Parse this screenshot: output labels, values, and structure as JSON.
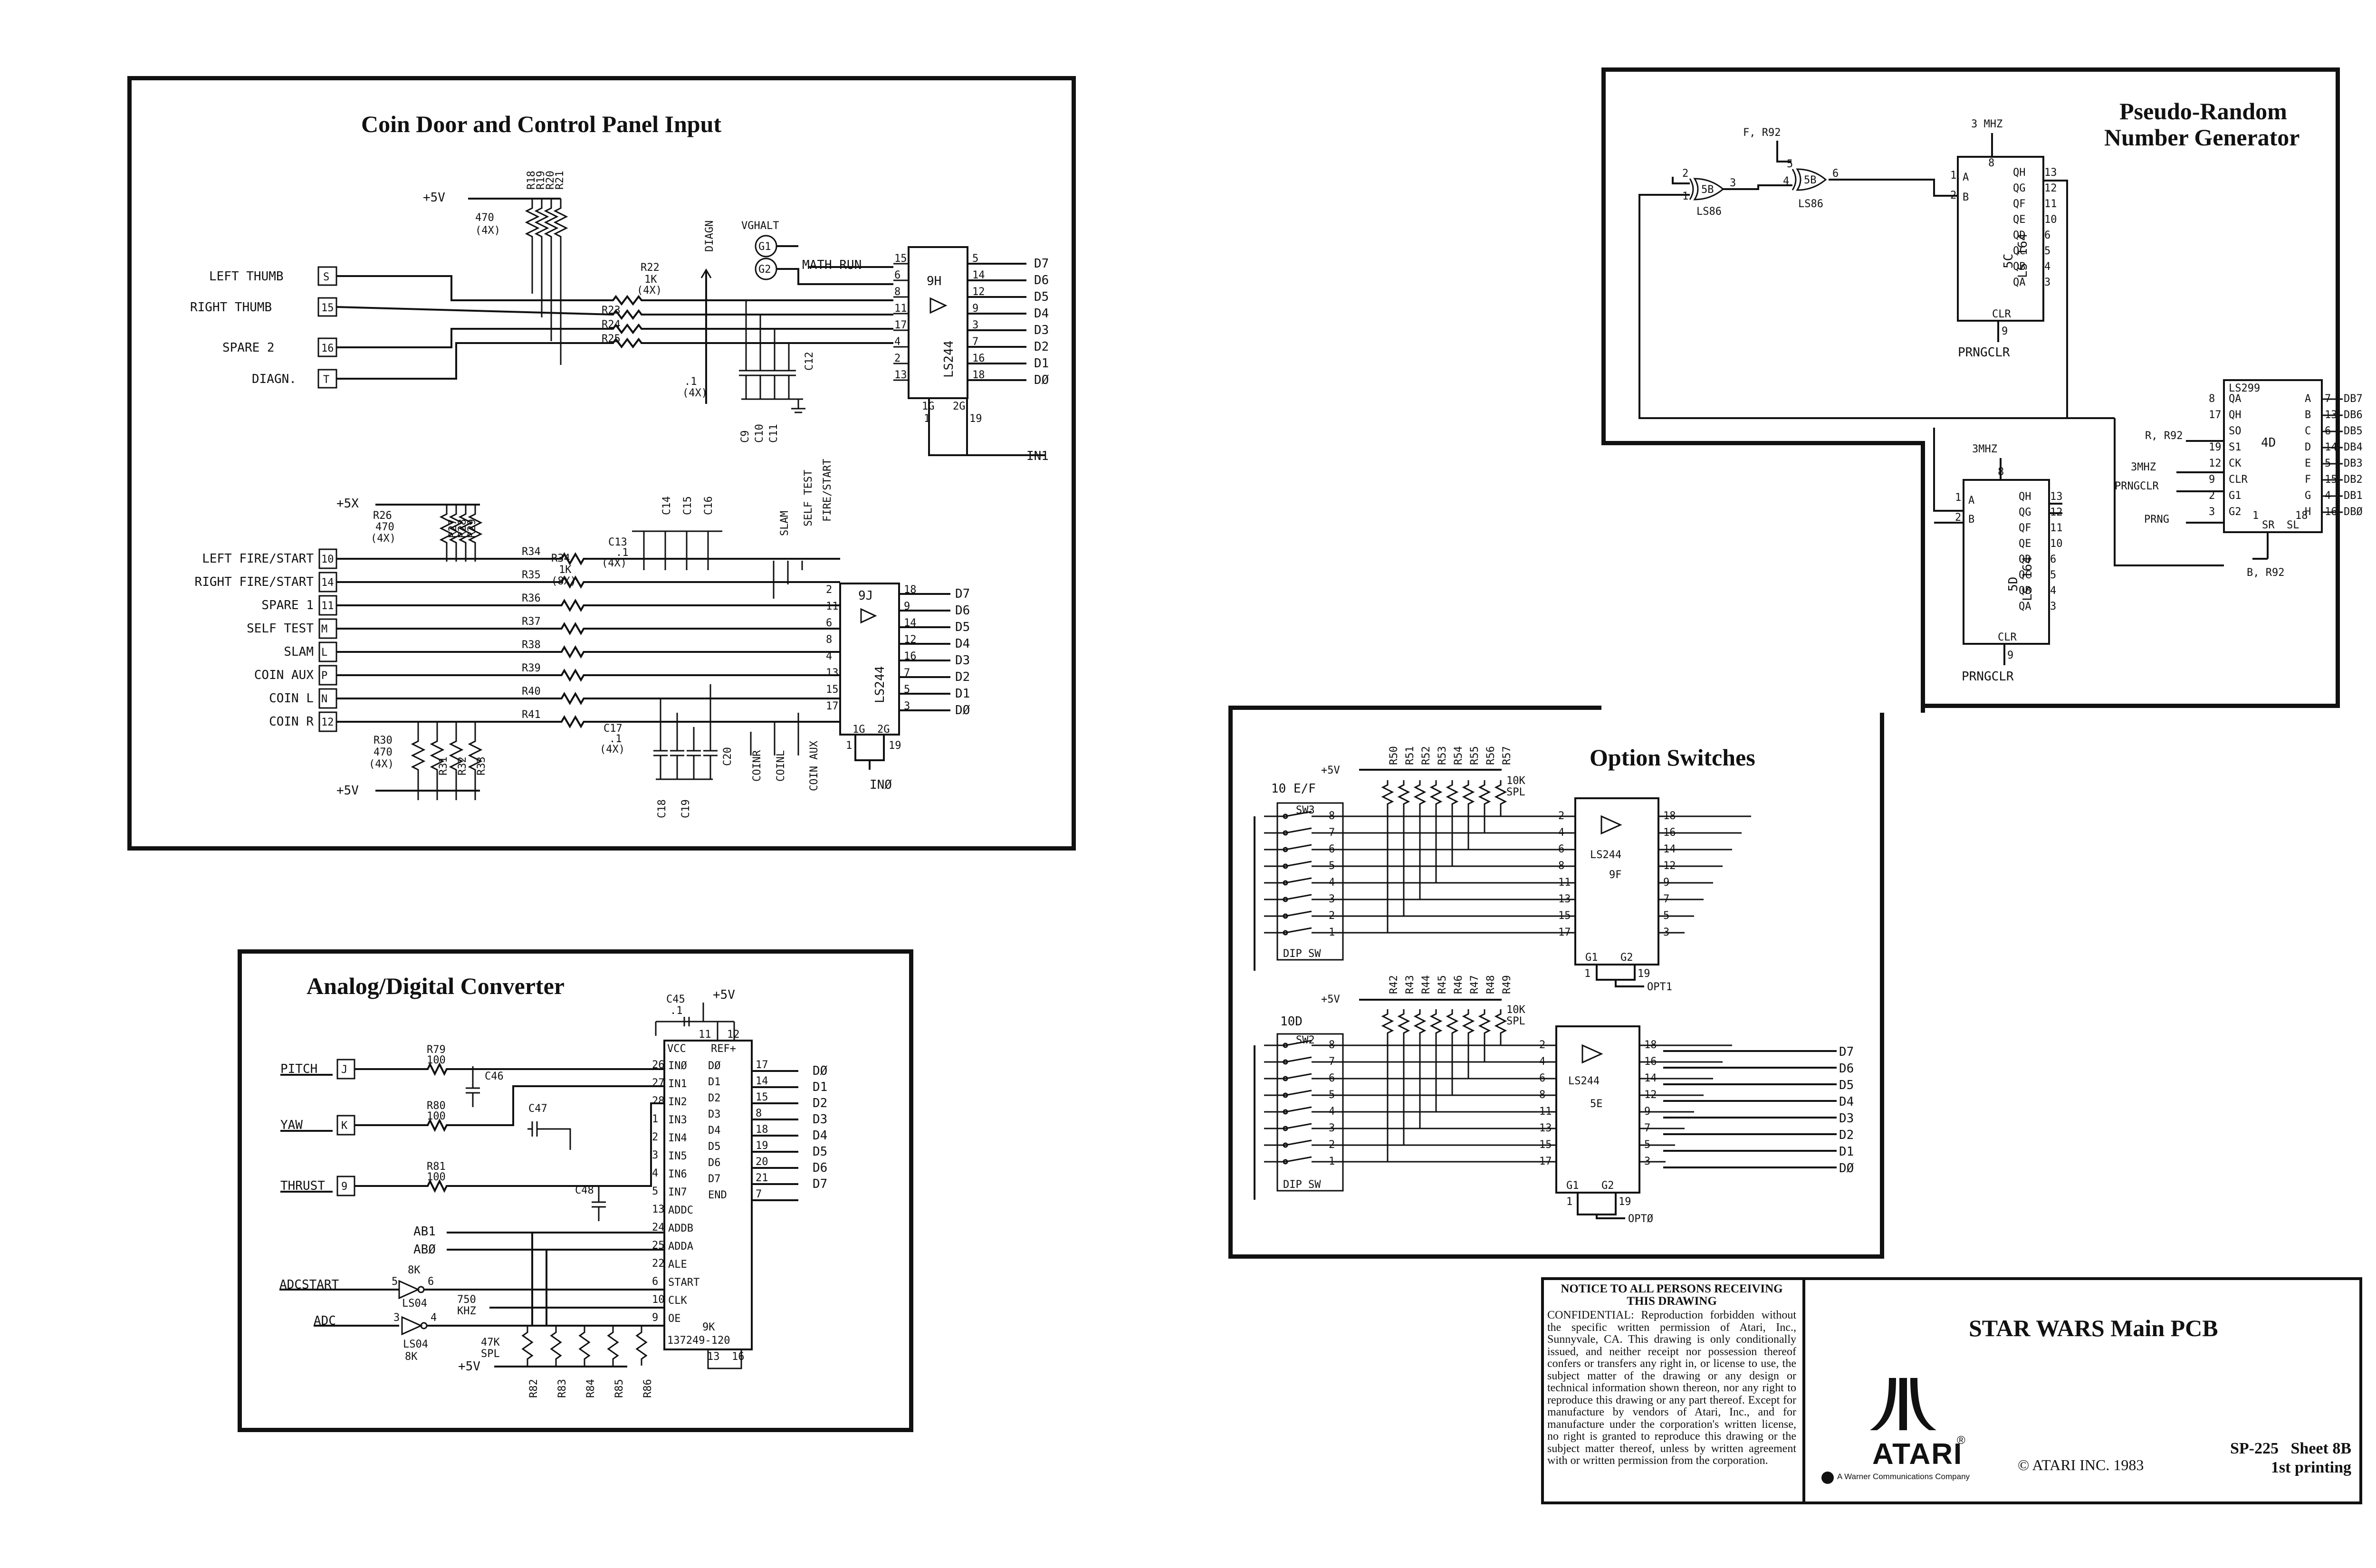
{
  "panels": {
    "coin_door": {
      "title": "Coin Door and Control Panel Input",
      "top_inputs": [
        {
          "label": "LEFT THUMB",
          "pin": "S"
        },
        {
          "label": "RIGHT THUMB",
          "pin": "15"
        },
        {
          "label": "SPARE 2",
          "pin": "16"
        },
        {
          "label": "DIAGN.",
          "pin": "T"
        }
      ],
      "top_resistor_pack": {
        "refs": [
          "R18",
          "R19",
          "R20",
          "R21"
        ],
        "value": "470",
        "qty": "(4X)",
        "supply": "+5V"
      },
      "top_series": {
        "refs": [
          "R22",
          "R23",
          "R24",
          "R25"
        ],
        "value": "1K",
        "qty": "(4X)"
      },
      "top_caps": {
        "refs": [
          "C9",
          "C10",
          "C11",
          "C12"
        ],
        "value": ".1",
        "qty": "(4X)"
      },
      "diagn_label": "DIAGN",
      "vg_halt": "VGHALT",
      "g1": "G1",
      "g2": "G2",
      "math_run": "MATH RUN",
      "chip_top": {
        "name": "9H",
        "part": "LS244",
        "in_pins": [
          "15",
          "6",
          "8",
          "11",
          "17",
          "4",
          "2",
          "13"
        ],
        "out_pins": [
          "5",
          "14",
          "12",
          "9",
          "3",
          "7",
          "16",
          "18"
        ],
        "out_labels": [
          "D7",
          "D6",
          "D5",
          "D4",
          "D3",
          "D2",
          "D1",
          "DØ"
        ],
        "bottom_pins": [
          "1",
          "19"
        ],
        "bottom_labels": [
          "1G",
          "2G"
        ]
      },
      "in1": "IN1",
      "bottom_inputs": [
        {
          "label": "LEFT  FIRE/START",
          "pin": "10"
        },
        {
          "label": "RIGHT  FIRE/START",
          "pin": "14"
        },
        {
          "label": "SPARE 1",
          "pin": "11"
        },
        {
          "label": "SELF TEST",
          "pin": "M"
        },
        {
          "label": "SLAM",
          "pin": "L"
        },
        {
          "label": "COIN AUX",
          "pin": "P"
        },
        {
          "label": "COIN L",
          "pin": "N"
        },
        {
          "label": "COIN R",
          "pin": "12"
        }
      ],
      "bottom_pack_top": {
        "refs": [
          "R26",
          "R27",
          "R28",
          "R29"
        ],
        "value": "470",
        "qty": "(4X)",
        "supply": "+5X"
      },
      "bottom_pack_bottom": {
        "refs": [
          "R30",
          "R31",
          "R32",
          "R33"
        ],
        "value": "470",
        "qty": "(4X)",
        "supply": "+5V"
      },
      "bottom_series": {
        "refs": [
          "R34",
          "R35",
          "R36",
          "R37",
          "R38",
          "R39",
          "R40",
          "R41"
        ],
        "value": "1K",
        "qty": "(8X)"
      },
      "bottom_caps_top": {
        "refs": [
          "C13",
          "C14",
          "C15",
          "C16"
        ],
        "value": ".1",
        "qty": "(4X)"
      },
      "bottom_caps_bottom": {
        "refs": [
          "C17",
          "C18",
          "C19",
          "C20"
        ],
        "value": ".1",
        "qty": "(4X)"
      },
      "vert_top": [
        "SLAM",
        "SELF TEST",
        "FIRE/START"
      ],
      "vert_bottom": [
        "COINR",
        "COINL",
        "COIN AUX"
      ],
      "chip_bottom": {
        "name": "9J",
        "part": "LS244",
        "in_pins": [
          "2",
          "11",
          "6",
          "8",
          "4",
          "13",
          "15",
          "17"
        ],
        "out_pins": [
          "18",
          "9",
          "14",
          "12",
          "16",
          "7",
          "5",
          "3"
        ],
        "out_labels": [
          "D7",
          "D6",
          "D5",
          "D4",
          "D3",
          "D2",
          "D1",
          "DØ"
        ],
        "bottom_pins": [
          "1",
          "19"
        ],
        "bottom_labels": [
          "1G",
          "2G"
        ]
      },
      "in0": "INØ"
    },
    "adc": {
      "title": "Analog/Digital Converter",
      "inputs": [
        {
          "label": "PITCH",
          "pin": "J",
          "ref": "R79",
          "value": "100"
        },
        {
          "label": "YAW",
          "pin": "K",
          "ref": "R80",
          "value": "100"
        },
        {
          "label": "THRUST",
          "pin": "9",
          "ref": "R81",
          "value": "100"
        }
      ],
      "caps": [
        "C45",
        "C46",
        "C47",
        "C48"
      ],
      "cap_value": ".1",
      "supply": "+5V",
      "chip": {
        "name": "9K",
        "part": "137249-120",
        "top_labels": [
          "VCC",
          "REF+"
        ],
        "top_pins": [
          "11",
          "12"
        ],
        "left": [
          {
            "pin": "26",
            "name": "INØ"
          },
          {
            "pin": "27",
            "name": "IN1"
          },
          {
            "pin": "28",
            "name": "IN2"
          },
          {
            "pin": "1",
            "name": "IN3"
          },
          {
            "pin": "2",
            "name": "IN4"
          },
          {
            "pin": "3",
            "name": "IN5"
          },
          {
            "pin": "4",
            "name": "IN6"
          },
          {
            "pin": "5",
            "name": "IN7"
          },
          {
            "pin": "13",
            "name": "ADDC"
          },
          {
            "pin": "24",
            "name": "ADDB"
          },
          {
            "pin": "25",
            "name": "ADDA"
          },
          {
            "pin": "22",
            "name": "ALE"
          },
          {
            "pin": "6",
            "name": "START"
          },
          {
            "pin": "10",
            "name": "CLK"
          },
          {
            "pin": "9",
            "name": "OE"
          }
        ],
        "right": [
          {
            "pin": "17",
            "name": "DØ",
            "out": "DØ"
          },
          {
            "pin": "14",
            "name": "D1",
            "out": "D1"
          },
          {
            "pin": "15",
            "name": "D2",
            "out": "D2"
          },
          {
            "pin": "8",
            "name": "D3",
            "out": "D3"
          },
          {
            "pin": "18",
            "name": "D4",
            "out": "D4"
          },
          {
            "pin": "19",
            "name": "D5",
            "out": "D5"
          },
          {
            "pin": "20",
            "name": "D6",
            "out": "D6"
          },
          {
            "pin": "21",
            "name": "D7",
            "out": "D7"
          },
          {
            "pin": "7",
            "name": "END",
            "out": ""
          }
        ],
        "bottom_pins": [
          "13",
          "16"
        ]
      },
      "ab1": "AB1",
      "ab0": "ABØ",
      "adcstart": "ADCSTART",
      "adc": "ADC",
      "gate1": {
        "ref": "8K",
        "part": "LS04",
        "in_pin": "5",
        "out_pin": "6"
      },
      "gate2": {
        "ref": "8K",
        "part": "LS04",
        "in_pin": "3",
        "out_pin": "4"
      },
      "clock": {
        "value": "750",
        "unit": "KHZ"
      },
      "pullups": {
        "value": "47K",
        "type": "SPL",
        "refs": [
          "R82",
          "R83",
          "R84",
          "R85",
          "R86"
        ]
      }
    },
    "prng": {
      "title_line1": "Pseudo-Random",
      "title_line2": "Number Generator",
      "f_r92": "F, R92",
      "g1": {
        "part": "LS86",
        "ref": "5B",
        "pins": [
          "2",
          "1",
          "3"
        ]
      },
      "g2": {
        "part": "LS86",
        "ref": "5B",
        "pins": [
          "5",
          "4",
          "6"
        ]
      },
      "clk_top": "3 MHZ",
      "sr_top": {
        "ref": "5C",
        "part": "LS 164",
        "outs": [
          "QH",
          "QG",
          "QF",
          "QE",
          "QD",
          "QC",
          "QB",
          "QA"
        ],
        "out_pins": [
          "13",
          "12",
          "11",
          "10",
          "6",
          "5",
          "4",
          "3"
        ],
        "in_labels": [
          "A",
          "B"
        ],
        "in_pins": [
          "1",
          "2"
        ],
        "ck_pin": "8",
        "clr": "CLR",
        "clr_pin": "9"
      },
      "prngclr": "PRNGCLR",
      "clk_mid": "3MHZ",
      "sr_bot": {
        "ref": "5D",
        "part": "LS 164",
        "outs": [
          "QH",
          "QG",
          "QF",
          "QE",
          "QD",
          "QC",
          "QB",
          "QA"
        ],
        "out_pins": [
          "13",
          "12",
          "11",
          "10",
          "6",
          "5",
          "4",
          "3"
        ],
        "in_labels": [
          "A",
          "B"
        ],
        "in_pins": [
          "1",
          "2"
        ],
        "ck_pin": "8",
        "clr": "CLR",
        "clr_pin": "9"
      },
      "ls299": {
        "ref": "4D",
        "part": "LS299",
        "left": [
          {
            "pin": "8",
            "name": "QA"
          },
          {
            "pin": "17",
            "name": "QH"
          },
          {
            "pin": "",
            "name": "SO"
          },
          {
            "pin": "19",
            "name": "S1"
          },
          {
            "pin": "12",
            "name": "CK"
          },
          {
            "pin": "9",
            "name": "CLR"
          },
          {
            "pin": "2",
            "name": "G1"
          },
          {
            "pin": "3",
            "name": "G2"
          }
        ],
        "right": [
          {
            "pin": "7",
            "name": "A",
            "out": "DB7"
          },
          {
            "pin": "13",
            "name": "B",
            "out": "DB6"
          },
          {
            "pin": "6",
            "name": "C",
            "out": "DB5"
          },
          {
            "pin": "14",
            "name": "D",
            "out": "DB4"
          },
          {
            "pin": "5",
            "name": "E",
            "out": "DB3"
          },
          {
            "pin": "15",
            "name": "F",
            "out": "DB2"
          },
          {
            "pin": "4",
            "name": "G",
            "out": "DB1"
          },
          {
            "pin": "16",
            "name": "H",
            "out": "DBØ"
          }
        ],
        "bottom": [
          "SR",
          "SL"
        ],
        "bottom_pins": [
          "1",
          "18"
        ]
      },
      "r_r92": "R, R92",
      "s_3mhz": "3MHZ",
      "s_prngclr": "PRNGCLR",
      "s_prng": "PRNG",
      "b_r92": "B, R92"
    },
    "options": {
      "title": "Option Switches",
      "top_block": {
        "loc": "10 E/F",
        "sw": "SW3",
        "dip": "DIP SW",
        "pins": [
          "8",
          "7",
          "6",
          "5",
          "4",
          "3",
          "2",
          "1"
        ]
      },
      "top_pullups": {
        "refs": [
          "R50",
          "R51",
          "R52",
          "R53",
          "R54",
          "R55",
          "R56",
          "R57"
        ],
        "value": "10K",
        "type": "SPL",
        "supply": "+5V"
      },
      "top_chip": {
        "ref": "9F",
        "part": "LS244",
        "in_pins": [
          "2",
          "4",
          "6",
          "8",
          "11",
          "13",
          "15",
          "17"
        ],
        "out_pins": [
          "18",
          "16",
          "14",
          "12",
          "9",
          "7",
          "5",
          "3"
        ],
        "g": [
          "G1",
          "G2"
        ],
        "g_pins": [
          "1",
          "19"
        ]
      },
      "opt1": "OPT1",
      "bottom_block": {
        "loc": "10D",
        "sw": "SW2",
        "dip": "DIP SW",
        "pins": [
          "8",
          "7",
          "6",
          "5",
          "4",
          "3",
          "2",
          "1"
        ]
      },
      "bottom_pullups": {
        "refs": [
          "R42",
          "R43",
          "R44",
          "R45",
          "R46",
          "R47",
          "R48",
          "R49"
        ],
        "value": "10K",
        "type": "SPL",
        "supply": "+5V"
      },
      "bottom_chip": {
        "ref": "5E",
        "part": "LS244",
        "in_pins": [
          "2",
          "4",
          "6",
          "8",
          "11",
          "13",
          "15",
          "17"
        ],
        "out_pins": [
          "18",
          "16",
          "14",
          "12",
          "9",
          "7",
          "5",
          "3"
        ],
        "g": [
          "G1",
          "G2"
        ],
        "g_pins": [
          "1",
          "19"
        ]
      },
      "opt0": "OPTØ",
      "outputs": [
        "D7",
        "D6",
        "D5",
        "D4",
        "D3",
        "D2",
        "D1",
        "DØ"
      ]
    }
  },
  "title_block": {
    "notice_heading": "NOTICE TO ALL PERSONS RECEIVING THIS DRAWING",
    "notice_body": "CONFIDENTIAL: Reproduction forbidden without the specific written permission of Atari, Inc., Sunnyvale, CA. This drawing is only conditionally issued, and neither receipt nor possession thereof confers or transfers any right in, or license to use, the subject matter of the drawing or any design or technical information shown thereon, nor any right to reproduce this drawing or any part thereof. Except for manufacture by vendors of Atari, Inc., and for manufacture under the corporation's written license, no right is granted to reproduce this drawing or the subject matter thereof, unless by written agreement with or written permission from the corporation.",
    "title": "STAR WARS Main PCB",
    "brand": "ATARI",
    "brand_mark": "®",
    "warner": "A Warner Communications Company",
    "copyright": "© ATARI INC. 1983",
    "sheet": "SP-225   Sheet 8B",
    "printing": "1st printing"
  }
}
